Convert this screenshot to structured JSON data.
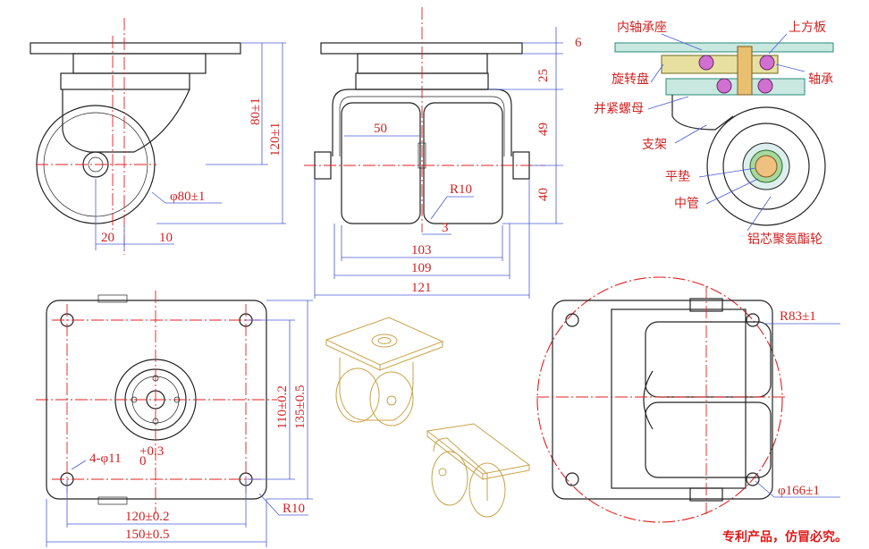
{
  "views": {
    "side": {
      "dims": {
        "height_80": "80±1",
        "height_120": "120±1",
        "wheel_dia": "φ80±1",
        "offset_20": "20",
        "offset_10": "10"
      }
    },
    "front": {
      "dims": {
        "top_6": "6",
        "d25": "25",
        "d49": "49",
        "d40": "40",
        "w50": "50",
        "r10": "R10",
        "gap3": "3",
        "w103": "103",
        "w109": "109",
        "w121": "121"
      }
    },
    "section": {
      "labels": {
        "inner_bearing_seat": "内轴承座",
        "top_plate": "上方板",
        "rotating_disc": "旋转盘",
        "bearing": "轴承",
        "lock_nut": "并紧螺母",
        "bracket": "支架",
        "flat_washer": "平垫",
        "center_tube": "中管",
        "wheel": "铝芯聚氨酯轮"
      }
    },
    "plan": {
      "dims": {
        "holes": "4-φ11",
        "hole_tol_upper": "+0.3",
        "hole_tol_lower": "0",
        "h110": "110±0.2",
        "h135": "135±0.5",
        "w120": "120±0.2",
        "w150": "150±0.5",
        "r10": "R10"
      }
    },
    "bottom": {
      "dims": {
        "r83": "R83±1",
        "d166": "φ166±1"
      }
    }
  },
  "notice": "专利产品，仿冒必究。",
  "colors": {
    "dimension": "#d22222",
    "centerline": "#e02020",
    "outline": "#222222",
    "iso_render": "#c9a24a"
  }
}
